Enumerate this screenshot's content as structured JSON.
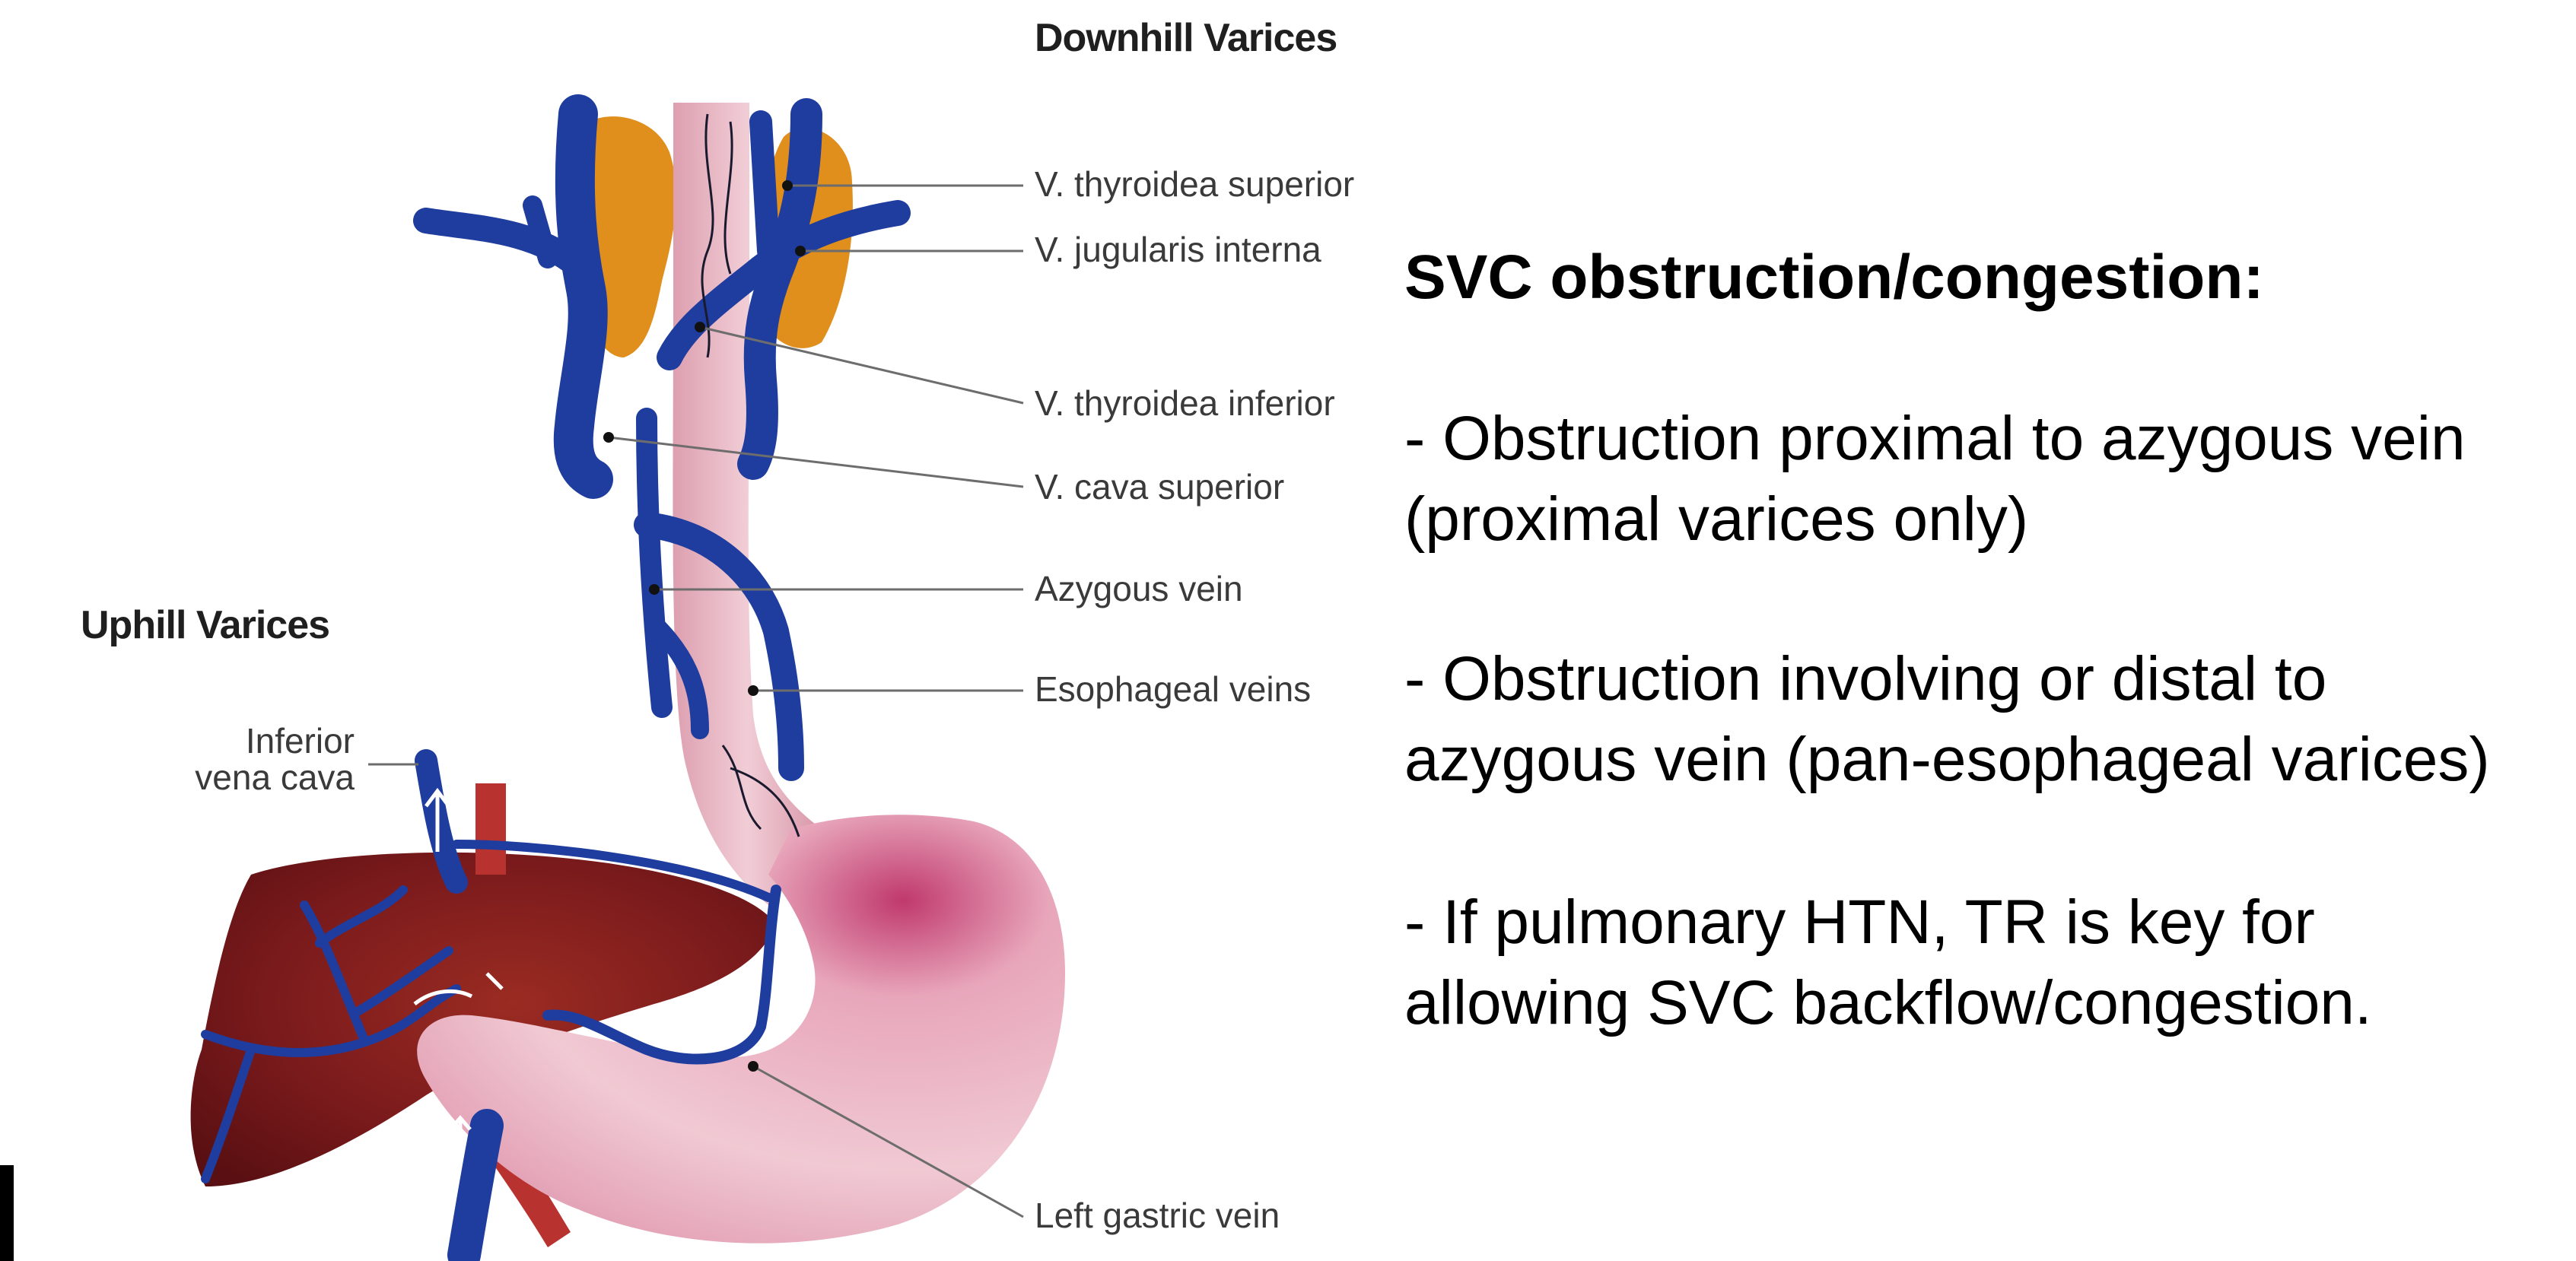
{
  "diagram": {
    "downhill_heading": "Downhill Varices",
    "uphill_heading": "Uphill Varices",
    "labels": {
      "thyroidea_superior": "V. thyroidea superior",
      "jugularis_interna": "V. jugularis interna",
      "thyroidea_inferior": "V. thyroidea inferior",
      "cava_superior": "V. cava superior",
      "azygous": "Azygous vein",
      "esophageal": "Esophageal veins",
      "left_gastric": "Left gastric vein",
      "ivc_line1": "Inferior",
      "ivc_line2": "vena cava"
    },
    "colors": {
      "vein": "#1f3d9e",
      "esophagus": "#e8b3bf",
      "stomach": "#e9b7c5",
      "liver": "#7a1a1c",
      "thyroid": "#e08e1c",
      "artery": "#b8322f"
    }
  },
  "notes": {
    "title": "SVC obstruction/congestion:",
    "bullets": [
      {
        "line1": "- Obstruction proximal to azygous vein",
        "line2": "(proximal varices only)"
      },
      {
        "line1": "- Obstruction involving or distal to",
        "line2": "azygous vein (pan-esophageal varices)"
      },
      {
        "line1": "- If pulmonary HTN, TR is key for",
        "line2": "allowing SVC backflow/congestion."
      }
    ]
  }
}
